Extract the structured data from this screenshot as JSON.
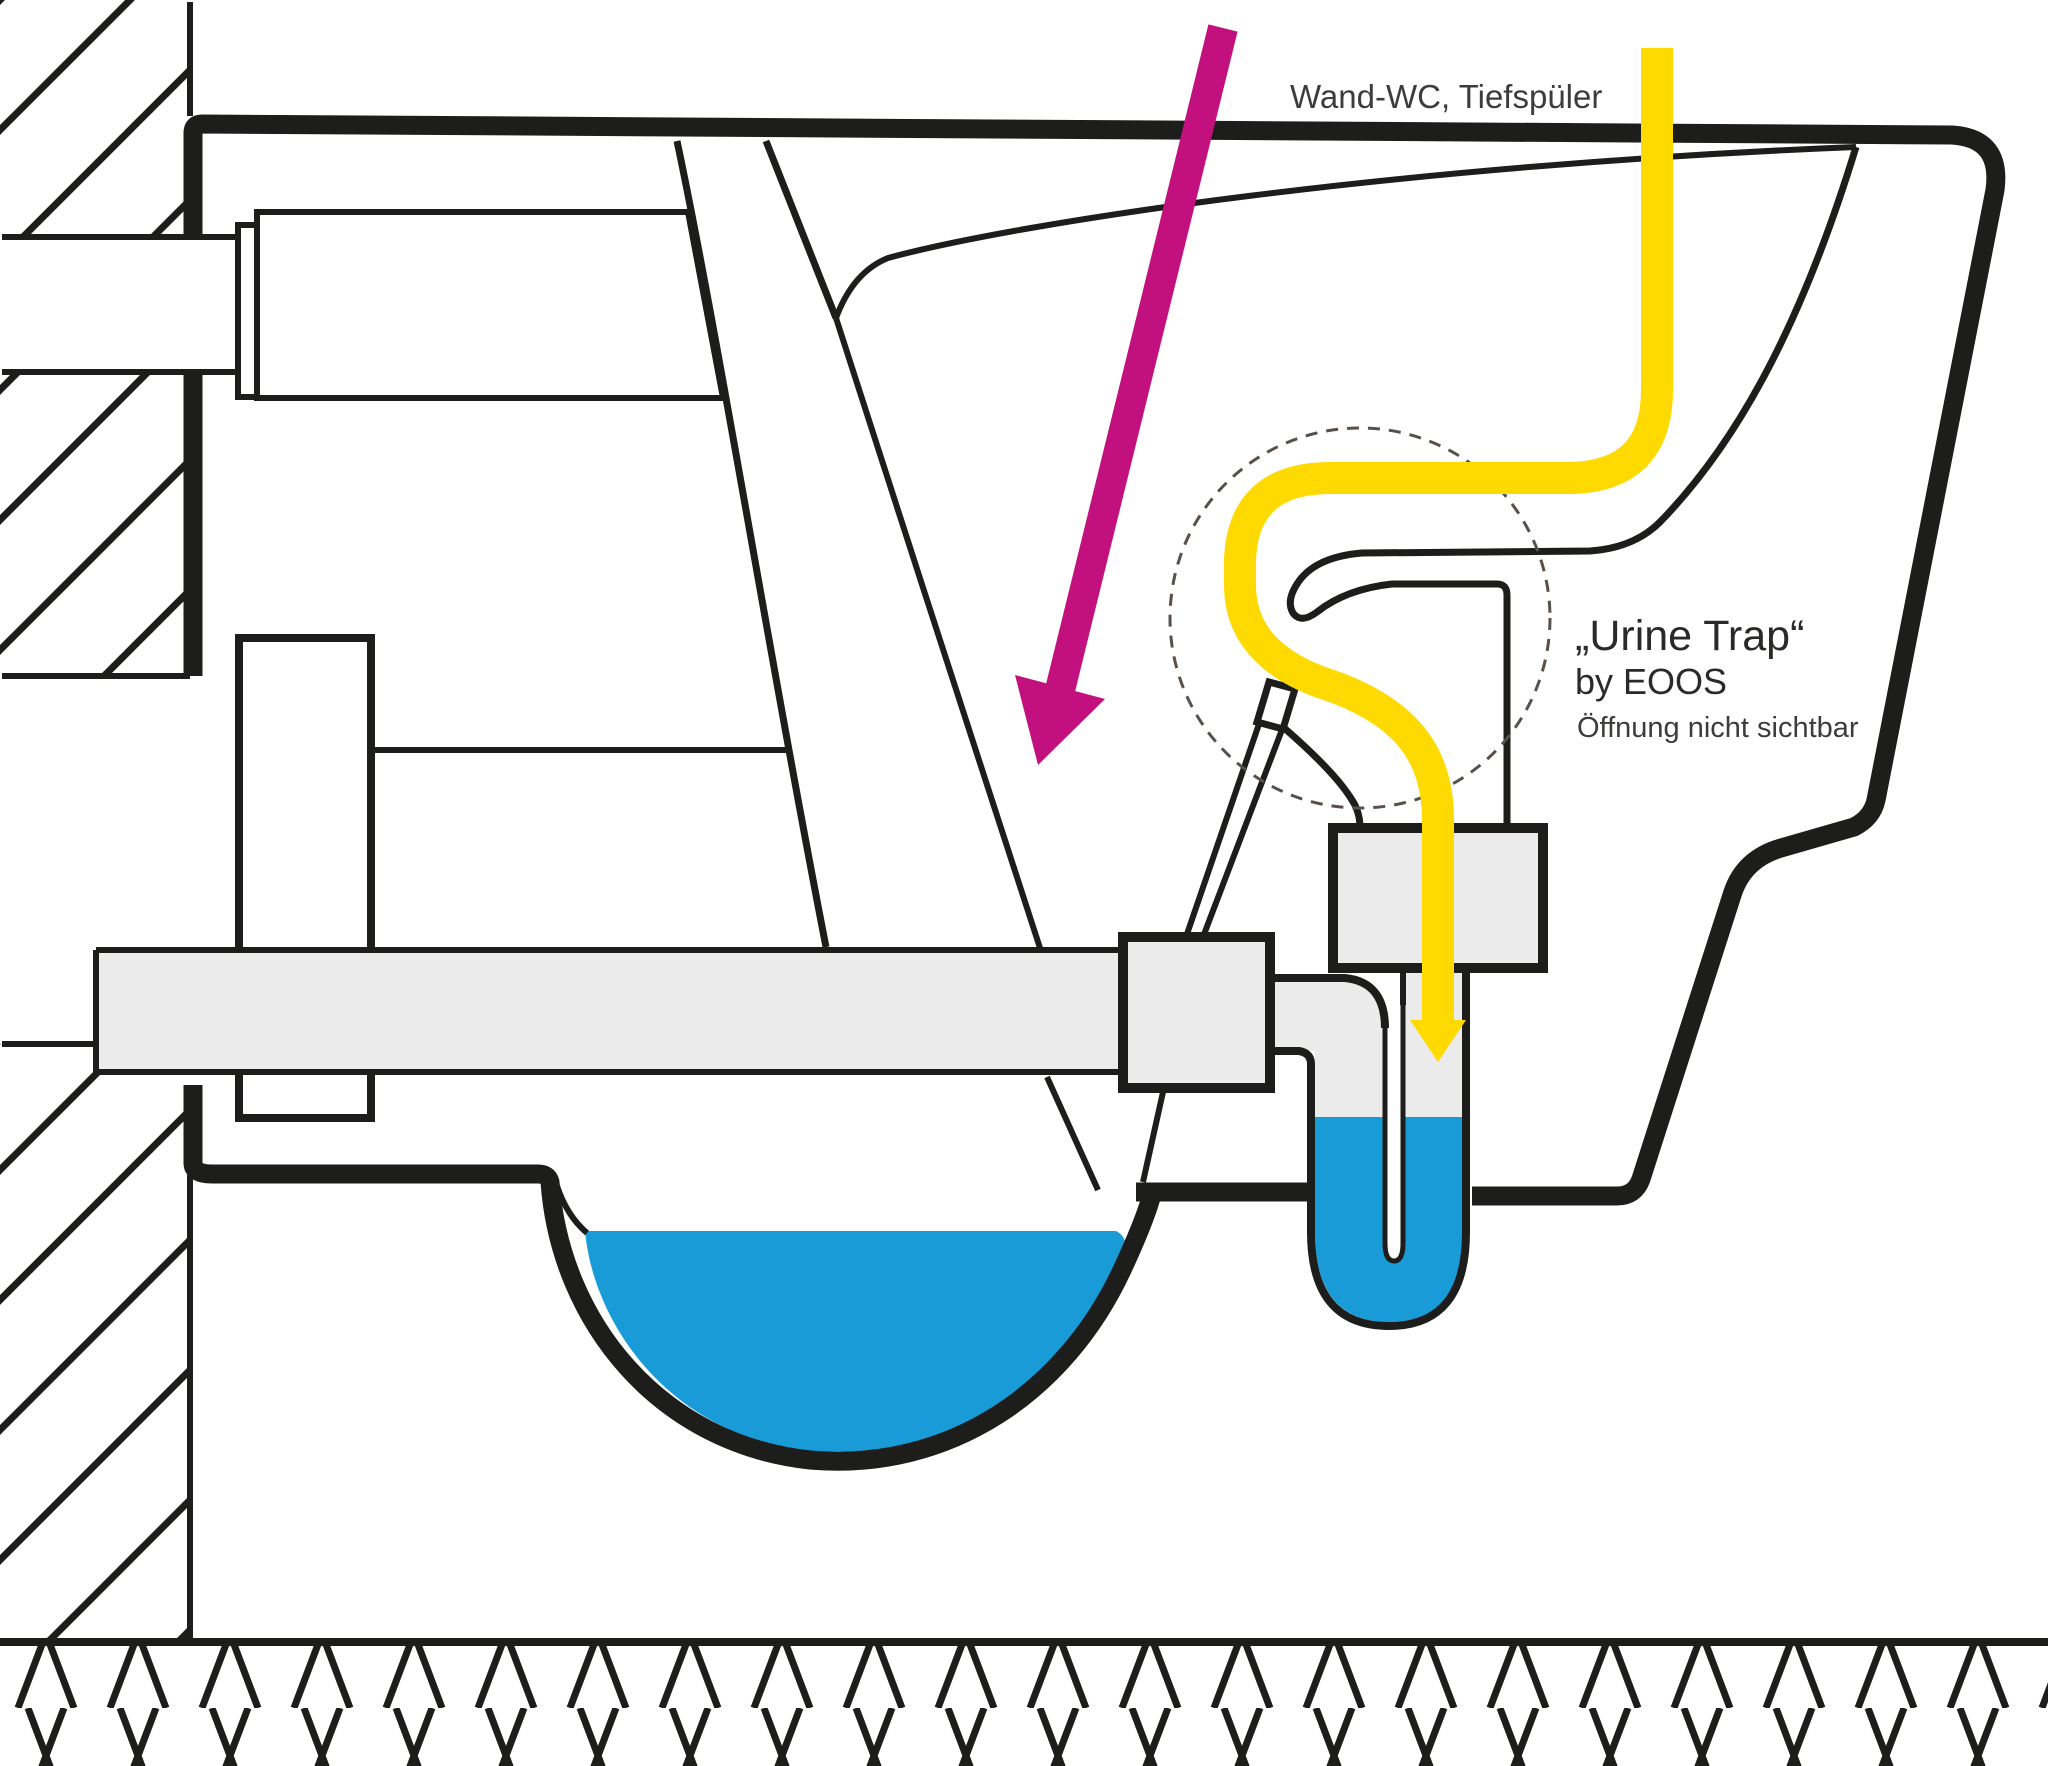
{
  "annotations": {
    "wall_label": "Wand-WC, Tiefspüler",
    "trap_title": "„Urine Trap“",
    "trap_byline": "by EOOS",
    "trap_note": "Öffnung nicht sichtbar"
  },
  "colors": {
    "line_black": "#1d1d1b",
    "fill_gray": "#ebebeb",
    "water_blue": "#189bd7",
    "urine_yellow": "#ffda00",
    "flush_magenta": "#c2117e",
    "dash_gray": "#57504b",
    "text_dark": "#2a2a28",
    "text_gray": "#3c3c3b"
  },
  "icons": {
    "flush_arrow": "magenta-down-arrow",
    "urine_arrow": "yellow-down-arrow",
    "trap_zone_marker": "dashed-circle"
  }
}
